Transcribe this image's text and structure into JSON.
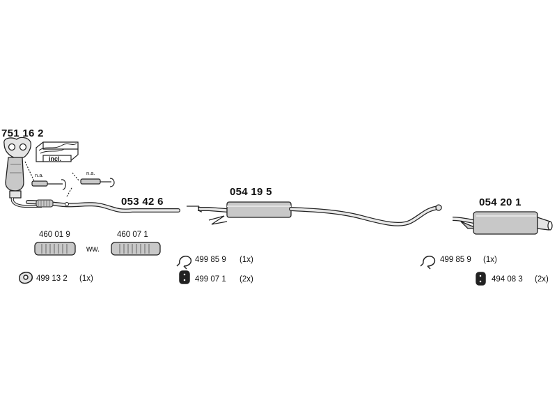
{
  "diagram": {
    "colors": {
      "line": "#222222",
      "fill": "#c8c8c8",
      "light": "#e4e4e4"
    },
    "part_numbers": {
      "catalyst": "751 16 2",
      "front_pipe": "053 42 6",
      "middle_silencer": "054 19 5",
      "rear_silencer": "054 20 1"
    },
    "notes": {
      "incl": "incl.",
      "na_1": "n.a.",
      "na_2": "n.a.",
      "ww": "ww."
    },
    "flex_pipes": [
      {
        "number": "460 01 9"
      },
      {
        "number": "460 07 1"
      }
    ],
    "accessories": [
      {
        "number": "499 13 2",
        "qty": "(1x)",
        "icon": "gasket-icon"
      },
      {
        "number": "499 85 9",
        "qty": "(1x)",
        "icon": "clamp-icon"
      },
      {
        "number": "499 07 1",
        "qty": "(2x)",
        "icon": "rubber-mount-icon"
      },
      {
        "number": "499 85 9",
        "qty": "(1x)",
        "icon": "clamp-icon"
      },
      {
        "number": "494 08 3",
        "qty": "(2x)",
        "icon": "rubber-mount-icon"
      }
    ]
  }
}
